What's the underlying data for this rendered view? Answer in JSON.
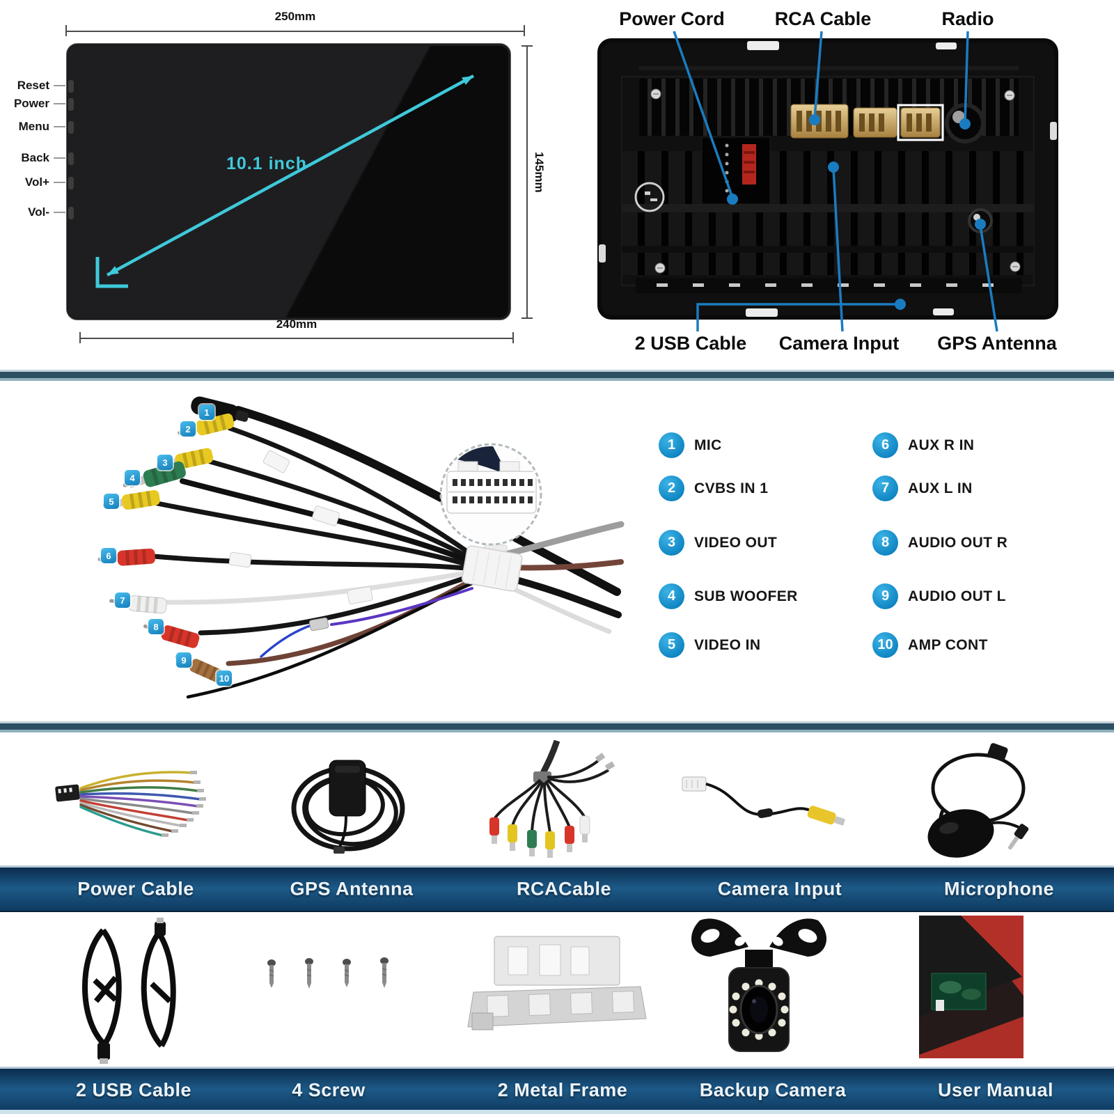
{
  "colors": {
    "callout_blue": "#1a7cc0",
    "badge_blue": "#1b9ad2",
    "screen_cyan": "#3fc9da",
    "label_bar_navy": "#16486e",
    "divider_teal": "#2c4f62"
  },
  "front_view": {
    "dim_top": "250mm",
    "dim_bottom": "240mm",
    "dim_side": "145mm",
    "screen_size_label": "10.1 inch",
    "buttons": [
      "Reset",
      "Power",
      "Menu",
      "Back",
      "Vol+",
      "Vol-"
    ]
  },
  "back_view": {
    "labels_top": [
      "Power Cord",
      "RCA Cable",
      "Radio"
    ],
    "labels_bottom": [
      "2 USB Cable",
      "Camera Input",
      "GPS Antenna"
    ]
  },
  "harness": {
    "badges": [
      "1",
      "2",
      "3",
      "4",
      "5",
      "6",
      "7",
      "8",
      "9",
      "10"
    ]
  },
  "legend": {
    "items": [
      {
        "num": "1",
        "label": "MIC"
      },
      {
        "num": "2",
        "label": "CVBS IN 1"
      },
      {
        "num": "3",
        "label": "VIDEO OUT"
      },
      {
        "num": "4",
        "label": "SUB WOOFER"
      },
      {
        "num": "5",
        "label": "VIDEO IN"
      },
      {
        "num": "6",
        "label": "AUX R IN"
      },
      {
        "num": "7",
        "label": "AUX L IN"
      },
      {
        "num": "8",
        "label": "AUDIO OUT R"
      },
      {
        "num": "9",
        "label": "AUDIO OUT L"
      },
      {
        "num": "10",
        "label": "AMP CONT"
      }
    ]
  },
  "package_row1": [
    "Power Cable",
    "GPS Antenna",
    "RCACable",
    "Camera Input",
    "Microphone"
  ],
  "package_row2": [
    "2 USB Cable",
    "4 Screw",
    "2 Metal Frame",
    "Backup Camera",
    "User Manual"
  ]
}
